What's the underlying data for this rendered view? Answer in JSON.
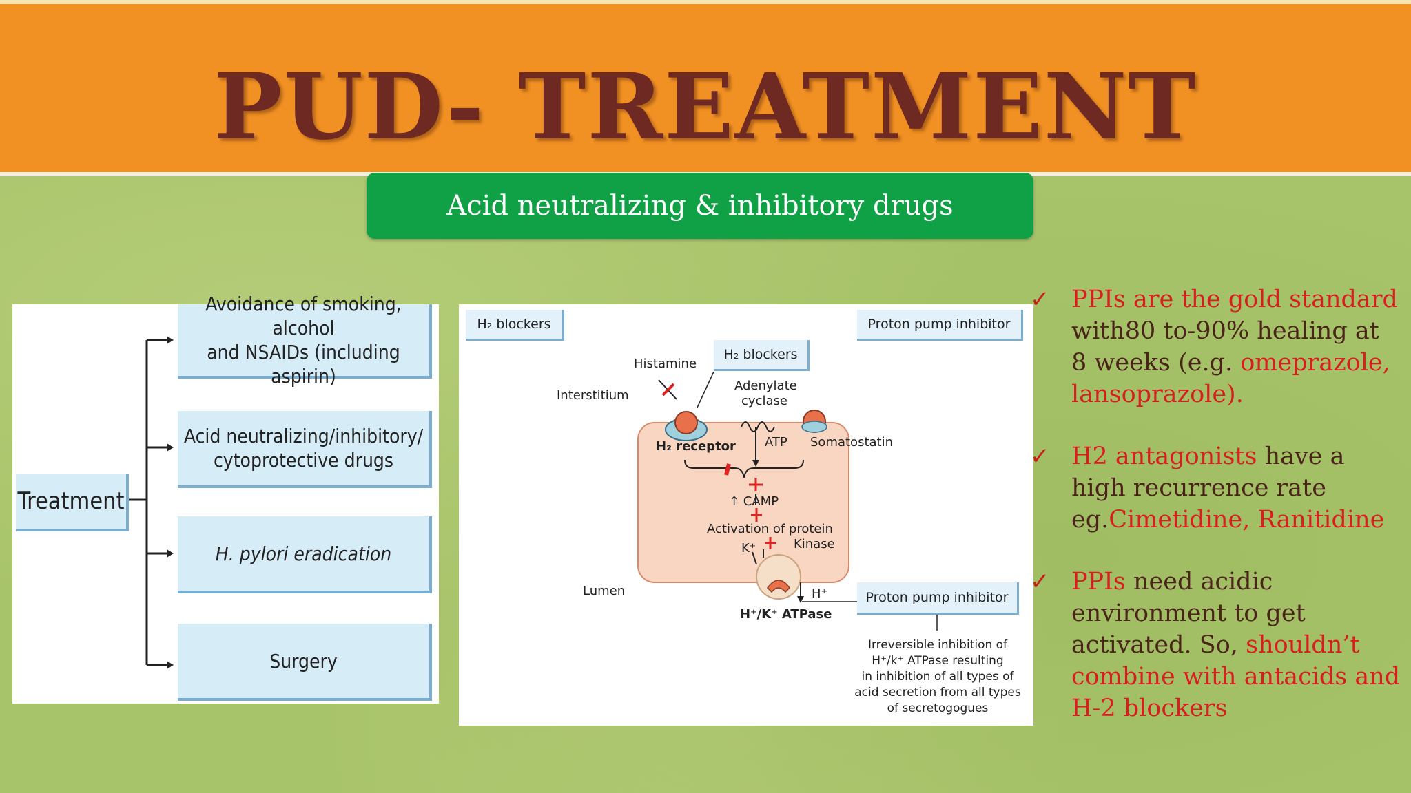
{
  "title": "PUD- TREATMENT",
  "subtitle": "Acid neutralizing & inhibitory drugs",
  "flowchart": {
    "root": "Treatment",
    "items": [
      {
        "line1": "Avoidance of smoking, alcohol",
        "line2": "and NSAIDs (including aspirin)"
      },
      {
        "line1": "Acid neutralizing/inhibitory/",
        "line2": "cytoprotective drugs"
      },
      {
        "line1": "H. pylori eradication",
        "line2": ""
      },
      {
        "line1": "Surgery",
        "line2": ""
      }
    ]
  },
  "diagram": {
    "tag_h2_top": "H₂ blockers",
    "tag_ppi_top": "Proton pump inhibitor",
    "tag_h2_mid": "H₂ blockers",
    "tag_ppi_mid": "Proton pump inhibitor",
    "histamine": "Histamine",
    "interstitium": "Interstitium",
    "adenylate": "Adenylate",
    "cyclase": "cyclase",
    "h2_receptor": "H₂ receptor",
    "atp": "ATP",
    "somatostatin": "Somatostatin",
    "camp": "↑ CAMP",
    "activation": "Activation of protein",
    "kinase": "Kinase",
    "k_plus": "K⁺",
    "h_plus": "H⁺",
    "lumen": "Lumen",
    "atpase": "H⁺/K⁺ ATPase",
    "note": [
      "Irreversible inhibition of",
      "H⁺/k⁺ ATPase resulting",
      "in inhibition of all types of",
      "acid secretion from all types",
      "of secretogogues"
    ]
  },
  "bullets": [
    {
      "check": "✓",
      "p1": "PPIs are the gold standard",
      "p2": " with80 to-90% healing at 8 weeks (e.g. ",
      "p3": "omeprazole, lansoprazole)."
    },
    {
      "check": "✓",
      "p1": "H2 antagonists",
      "p2": " have a high recurrence rate eg.",
      "p3": "Cimetidine, Ranitidine"
    },
    {
      "check": "✓",
      "p1": "PPIs",
      "p2": " need acidic environment to get activated. So, ",
      "p3": "shouldn’t combine with antacids and H-2 blockers"
    }
  ],
  "colors": {
    "orange_band": "#f29123",
    "title_text": "#6e2a22",
    "green_box": "#10a045",
    "red_text": "#d81f1f"
  }
}
